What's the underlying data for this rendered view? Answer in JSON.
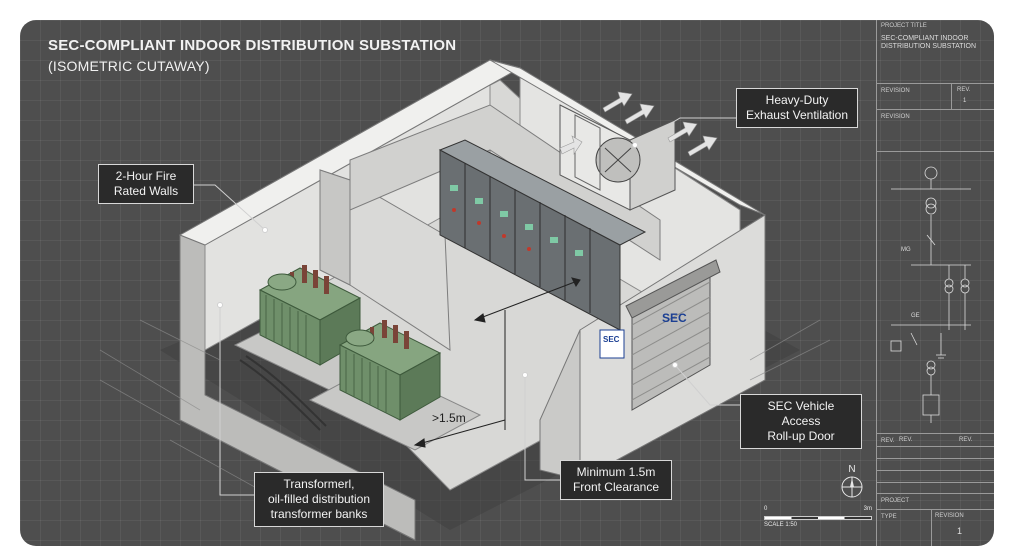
{
  "title": {
    "main": "SEC-COMPLIANT INDOOR DISTRIBUTION SUBSTATION",
    "sub": "(ISOMETRIC CUTAWAY)"
  },
  "callouts": {
    "fire_walls": [
      "2-Hour Fire",
      "Rated Walls"
    ],
    "ventilation": [
      "Heavy-Duty",
      "Exhaust Ventilation"
    ],
    "transformers": [
      "Transformerl,",
      "oil-filled distribution",
      "transformer banks"
    ],
    "clearance": [
      "Minimum 1.5m",
      "Front Clearance"
    ],
    "door": [
      "SEC Vehicle Access",
      "Roll-up Door"
    ]
  },
  "measurement": ">1.5m",
  "door_logo": "SEC",
  "wall_sign": "SEC",
  "title_block": {
    "project_title_label": "PROJECT TITLE",
    "project_title_value": "SEC-COMPLIANT INDOOR DISTRIBUTION SUBSTATION",
    "revision_label": "REVISION",
    "rev_label": "REV.",
    "rev_value": "1",
    "revision_label_2": "REVISION",
    "sld_labels": [
      "MG",
      "GE"
    ],
    "table_headers": [
      "REV.",
      "REV.",
      "REV."
    ],
    "project_label": "PROJECT",
    "type_label": "TYPE",
    "revision_label_3": "REVISION",
    "revision_value_3": "1"
  },
  "scale": {
    "start": "0",
    "end": "3m",
    "label": "SCALE 1:50"
  },
  "compass": "N",
  "colors": {
    "background": "#4e4e4e",
    "concrete": "#e6e6e4",
    "transformer": "#6f8f6a",
    "callout_bg": "#2a2a2a"
  }
}
